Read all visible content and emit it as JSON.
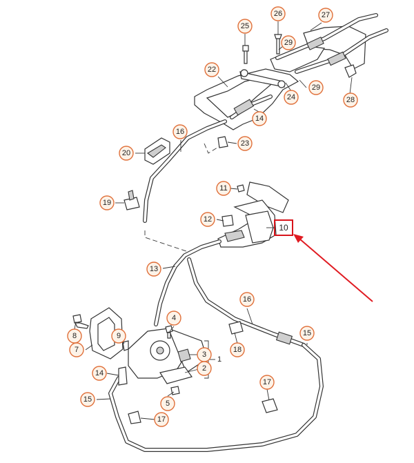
{
  "callouts": [
    {
      "id": "c25",
      "label": "25"
    },
    {
      "id": "c26",
      "label": "26"
    },
    {
      "id": "c27",
      "label": "27"
    },
    {
      "id": "c29a",
      "label": "29"
    },
    {
      "id": "c22",
      "label": "22"
    },
    {
      "id": "c24",
      "label": "24"
    },
    {
      "id": "c29b",
      "label": "29"
    },
    {
      "id": "c28",
      "label": "28"
    },
    {
      "id": "c14a",
      "label": "14"
    },
    {
      "id": "c16a",
      "label": "16"
    },
    {
      "id": "c20",
      "label": "20"
    },
    {
      "id": "c23",
      "label": "23"
    },
    {
      "id": "c11",
      "label": "11"
    },
    {
      "id": "c19",
      "label": "19"
    },
    {
      "id": "c12",
      "label": "12"
    },
    {
      "id": "c13",
      "label": "13"
    },
    {
      "id": "c16b",
      "label": "16"
    },
    {
      "id": "c15a",
      "label": "15"
    },
    {
      "id": "c4",
      "label": "4"
    },
    {
      "id": "c8",
      "label": "8"
    },
    {
      "id": "c9",
      "label": "9"
    },
    {
      "id": "c7",
      "label": "7"
    },
    {
      "id": "c3",
      "label": "3"
    },
    {
      "id": "c2",
      "label": "2"
    },
    {
      "id": "c18",
      "label": "18"
    },
    {
      "id": "c14b",
      "label": "14"
    },
    {
      "id": "c17a",
      "label": "17"
    },
    {
      "id": "c15b",
      "label": "15"
    },
    {
      "id": "c5",
      "label": "5"
    },
    {
      "id": "c17b",
      "label": "17"
    }
  ],
  "bracket_label": "1",
  "highlight": {
    "label": "10"
  },
  "colors": {
    "callout_stroke": "#e0703a",
    "highlight": "#d8141b",
    "arrow": "#e01b22"
  }
}
